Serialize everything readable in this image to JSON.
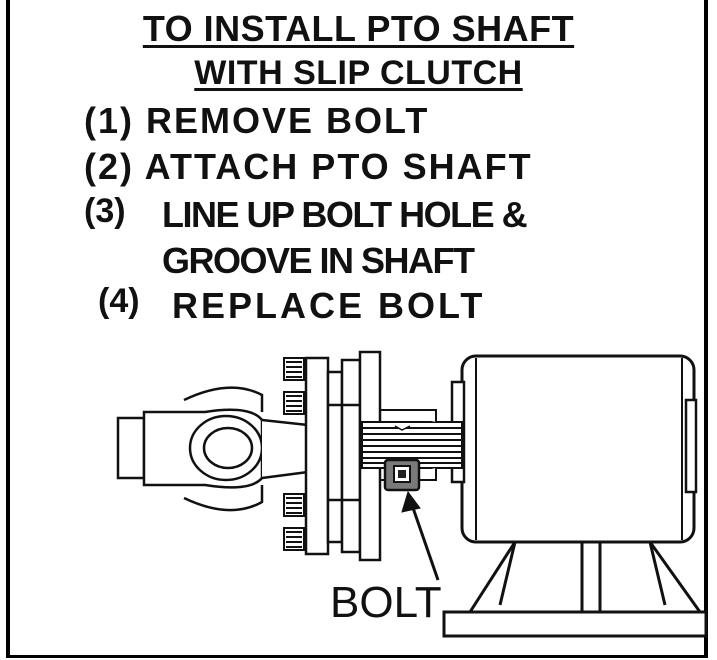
{
  "title": {
    "line1": "TO INSTALL PTO SHAFT",
    "line2": "WITH SLIP CLUTCH"
  },
  "steps": [
    {
      "num": "(1)",
      "text": "REMOVE BOLT"
    },
    {
      "num": "(2)",
      "text": "ATTACH PTO SHAFT"
    },
    {
      "num": "(3)",
      "text_line1": "LINE UP BOLT HOLE &",
      "text_line2": "GROOVE IN SHAFT"
    },
    {
      "num": "(4)",
      "text": "REPLACE BOLT"
    }
  ],
  "callout": {
    "label": "BOLT"
  }
}
